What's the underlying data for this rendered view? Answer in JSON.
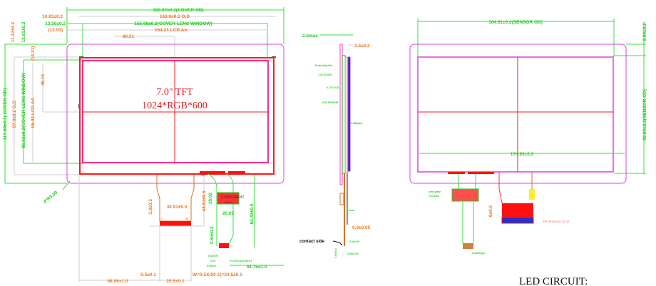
{
  "front_view": {
    "dims_top": {
      "cover_od": "182.07±0.2(COVER OD)",
      "left_1": "10.83±0.2",
      "od": "163.9±0.2 O.D",
      "left_2": "13.50±0.2",
      "cover_lens_window": "155.08±0.2(COVER LENS WINDOW)",
      "left_3": "(13.93)",
      "lcd_aa": "154.21 LCD AA",
      "center": "80.21"
    },
    "dims_left": {
      "top_1": "11.12±0.2",
      "top_2": "13.81±0.2",
      "top_3": "(14.31)",
      "cover_od": "117.60±0.1( COVER OD)",
      "od": "97.0±0.2 O.D",
      "cover_lens_window": "86.92±0.2(COVER LENS WINDOW)",
      "lcd_aa": "85.92 LCD AA",
      "center": "46.15",
      "radius": "4*R3.00"
    },
    "panel_label_1": "7.0\" TFT",
    "panel_label_2": "1024*RGB*600",
    "dims_bottom": {
      "fpc_height": "3.8±0.3",
      "fpc_width": "30.91±0.5",
      "fpc_length": "44.61±0.5",
      "pin_1": "1",
      "pin_50": "50",
      "component_label": "COMPONENT",
      "component_sub": "AREA",
      "comp_height": "10.02",
      "comp_width": "20.01",
      "tail_offset": "3.50±0.3",
      "tail_length": "62.42±0.5",
      "small_1": "0.3±0.05",
      "small_2": "1.00",
      "small_3": "0.30±0.1",
      "pitch_note": "P1.0*(6-1)=5.00±0.1",
      "right_offset": "44.75±1.0",
      "pin_pitch": "0.5±0.1",
      "pin_formula": "W=0.5X(50-1)=24.5±0.1",
      "left_offset": "68.06±1.0",
      "fpc_bottom_width": "25.5±0.1"
    }
  },
  "side_view": {
    "max_thickness": "2.5max",
    "thickness": "2.5±0.2",
    "layers": [
      "Protecting film",
      "1.10 GLASS",
      "0.175 OCA",
      "0.55 SENSOR"
    ],
    "tape": "0.55(tape)",
    "stiffener": "0.3mm",
    "fpc_thickness": "0.3±0.05",
    "contact_side": "contact side",
    "tail_1": "0.3±0.05",
    "tail_2": "3.00±0.3",
    "tail_3": "0.30±0.05"
  },
  "rear_view": {
    "sensor_od_w": "164.61±0.2(SENSOR OD)",
    "top_offset": "9.99±0.2",
    "sensor_od_h": "99.60±0.2(SENSOR OD)",
    "inner_width": "174.93±0.2",
    "steel_plate_1": "steel plate",
    "steel_plate_2": "T=0.2mm",
    "fpc_height": "6±0.5",
    "fpc_note": "FPC PITCH 0.5 T=0.12",
    "gold_note": "Gold finger",
    "led_circuit": "LED CIRCUIT:"
  }
}
